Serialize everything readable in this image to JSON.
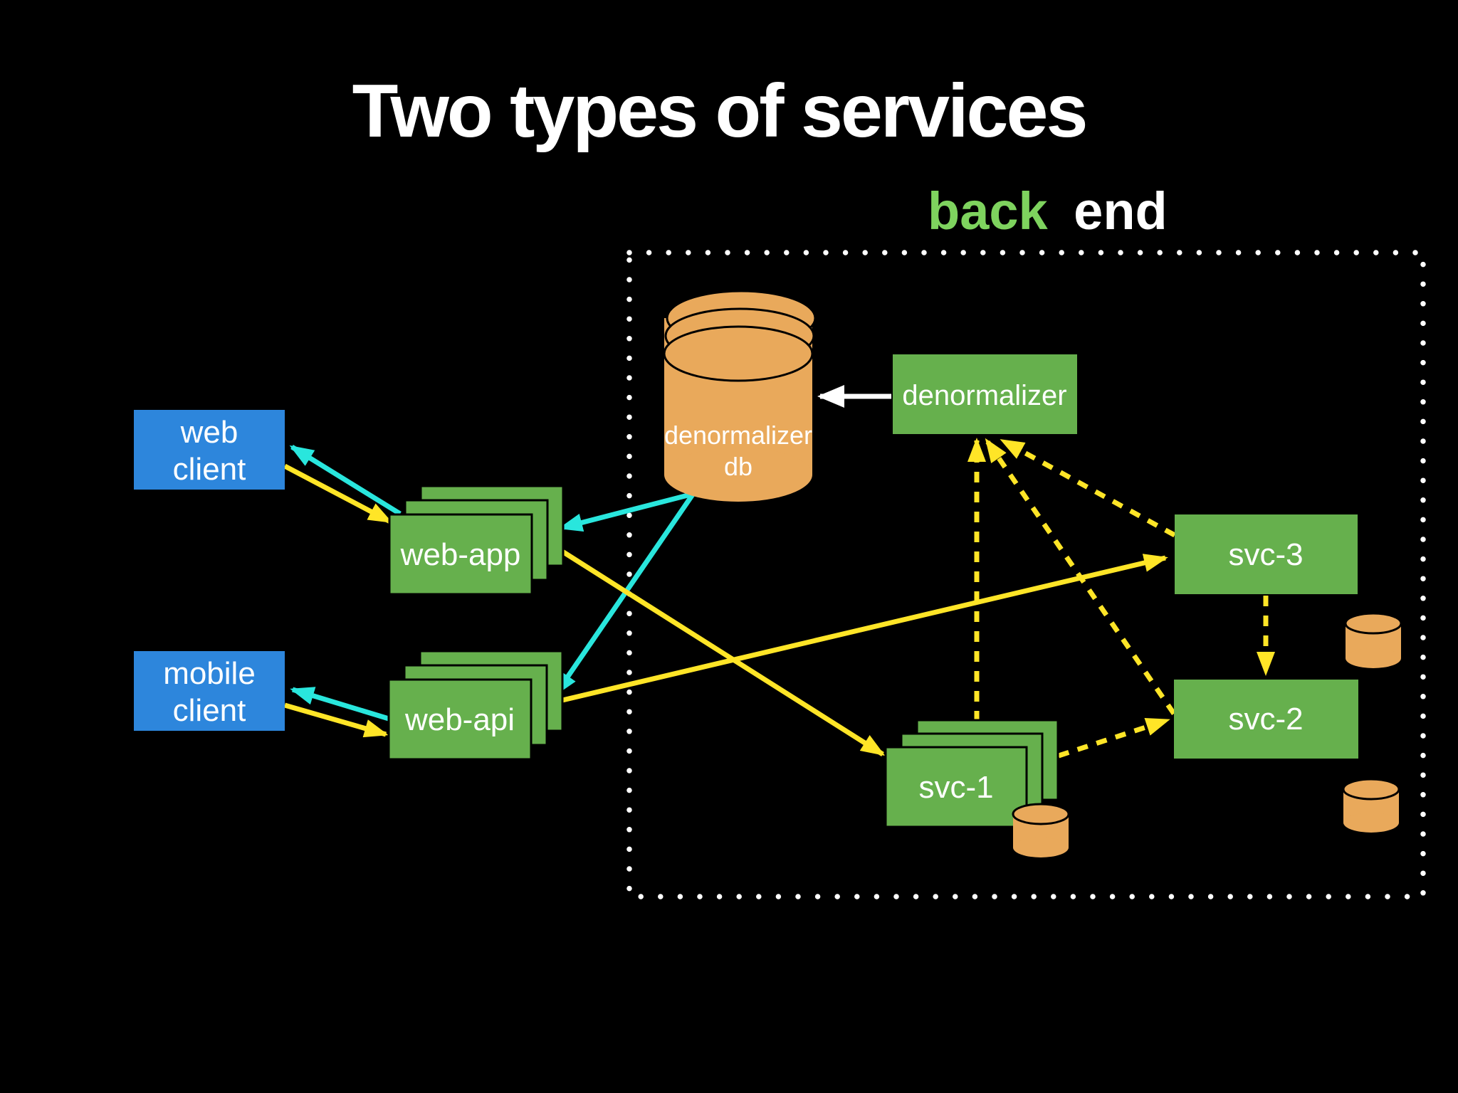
{
  "title": "Two types of services",
  "region": {
    "back": "back",
    "end": "end"
  },
  "nodes": {
    "web_client": {
      "line1": "web",
      "line2": "client"
    },
    "mobile_client": {
      "line1": "mobile",
      "line2": "client"
    },
    "web_app": {
      "label": "web-app"
    },
    "web_api": {
      "label": "web-api"
    },
    "denormalizer_db": {
      "line1": "denormalizer",
      "line2": "db"
    },
    "denormalizer": {
      "label": "denormalizer"
    },
    "svc_1": {
      "label": "svc-1"
    },
    "svc_2": {
      "label": "svc-2"
    },
    "svc_3": {
      "label": "svc-3"
    }
  },
  "colors": {
    "background": "#000000",
    "box_green": "#66b04d",
    "box_blue": "#2d86dc",
    "db_orange": "#e9a95b",
    "arrow_cyan": "#29e6dd",
    "arrow_yellow": "#ffe527",
    "arrow_white": "#ffffff",
    "border_dots": "#ffffff",
    "back_label_green": "#7ed35e",
    "label_text": "#ffffff",
    "title_text": "#ffffff"
  }
}
